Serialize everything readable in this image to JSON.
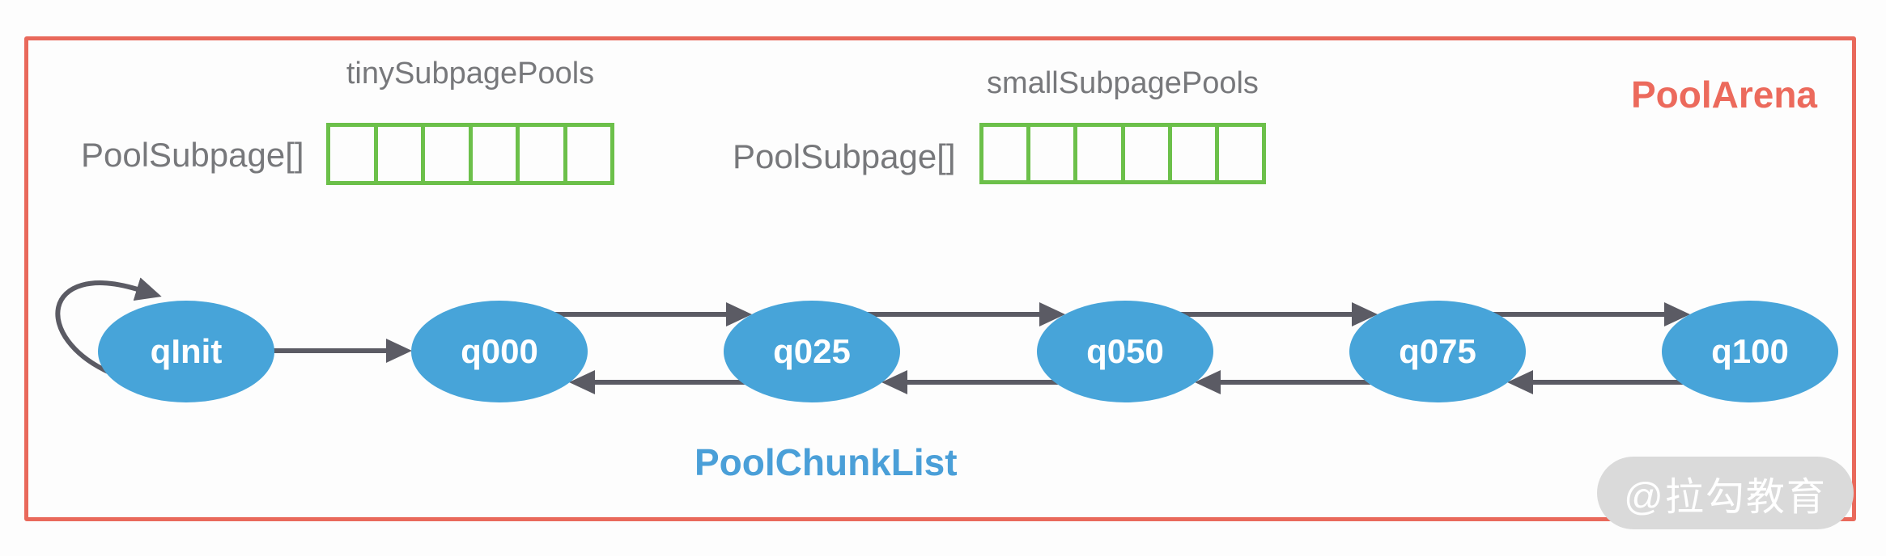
{
  "arena": {
    "label": "PoolArena"
  },
  "subpage_pools": [
    {
      "title": "tinySubpagePools",
      "array_label": "PoolSubpage[]",
      "cell_count": 6
    },
    {
      "title": "smallSubpagePools",
      "array_label": "PoolSubpage[]",
      "cell_count": 6
    }
  ],
  "chunk_list": {
    "label": "PoolChunkList",
    "nodes": [
      {
        "label": "qInit"
      },
      {
        "label": "q000"
      },
      {
        "label": "q025"
      },
      {
        "label": "q050"
      },
      {
        "label": "q075"
      },
      {
        "label": "q100"
      }
    ],
    "links": [
      {
        "from": "qInit",
        "to": "qInit",
        "type": "self-loop"
      },
      {
        "from": "qInit",
        "to": "q000",
        "type": "forward"
      },
      {
        "from": "q000",
        "to": "q025",
        "type": "forward"
      },
      {
        "from": "q025",
        "to": "q000",
        "type": "backward"
      },
      {
        "from": "q025",
        "to": "q050",
        "type": "forward"
      },
      {
        "from": "q050",
        "to": "q025",
        "type": "backward"
      },
      {
        "from": "q050",
        "to": "q075",
        "type": "forward"
      },
      {
        "from": "q075",
        "to": "q050",
        "type": "backward"
      },
      {
        "from": "q075",
        "to": "q100",
        "type": "forward"
      },
      {
        "from": "q100",
        "to": "q075",
        "type": "backward"
      }
    ]
  },
  "watermark": {
    "text": "@拉勾教育"
  },
  "colors": {
    "arena_border": "#e9695b",
    "arena_label": "#ec6a5c",
    "pool_array_border": "#6cc04a",
    "muted_label": "#77787b",
    "node_fill": "#47a4d9",
    "node_text": "#ffffff",
    "chunk_list_label": "#4a9fd8",
    "arrow": "#5b5b64",
    "watermark_bg": "#dadada",
    "watermark_text": "#ffffff",
    "background": "#fdfdfd"
  }
}
